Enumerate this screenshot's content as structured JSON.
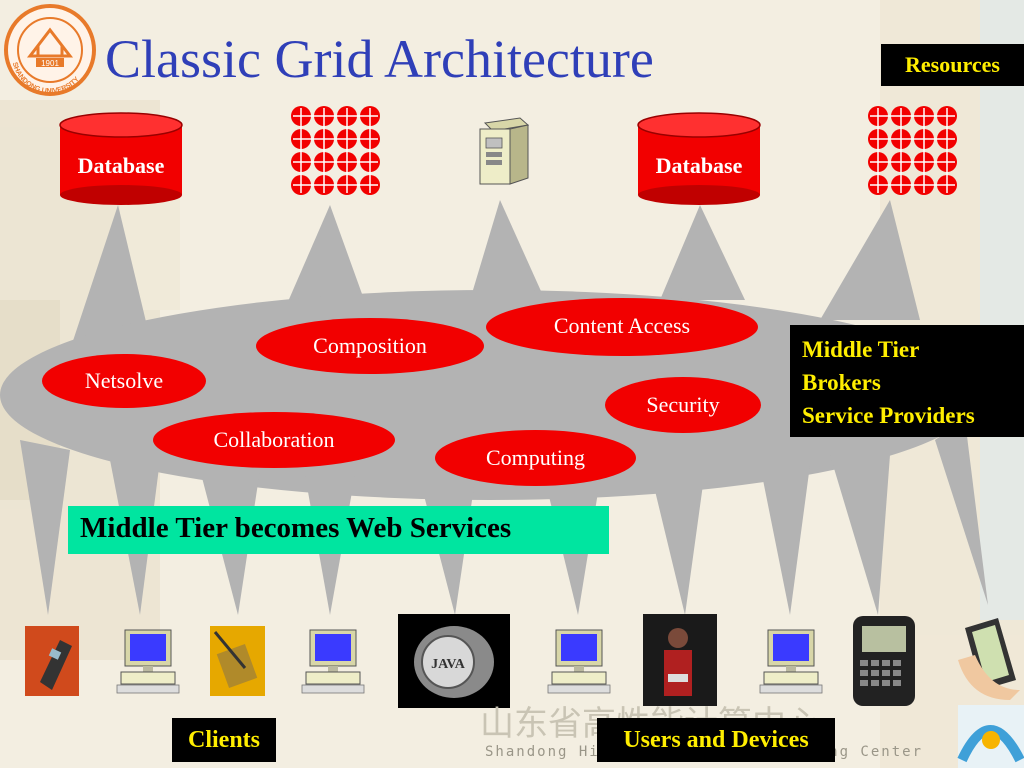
{
  "title": "Classic Grid Architecture",
  "labels": {
    "resources": "Resources",
    "middle_tier": [
      "Middle Tier",
      "Brokers",
      "Service Providers"
    ],
    "web_services": "Middle Tier becomes Web Services",
    "clients": "Clients",
    "users_devices": "Users and Devices"
  },
  "databases": [
    "Database",
    "Database"
  ],
  "services": [
    "Netsolve",
    "Composition",
    "Content Access",
    "Collaboration",
    "Security",
    "Computing"
  ],
  "watermark": {
    "chinese": "山东省高性能计算中心",
    "english": "Shandong High Performance Computing Center"
  },
  "logo": {
    "year": "1901",
    "ring_text": "SHANDONG UNIVERSITY"
  },
  "device_art": {
    "java_ring": "JAVA"
  },
  "colors": {
    "title": "#2f3fb8",
    "red": "#f20000",
    "gray": "#b3b3b3",
    "label_yellow": "#ffee00",
    "green_box": "#00e5a0"
  }
}
